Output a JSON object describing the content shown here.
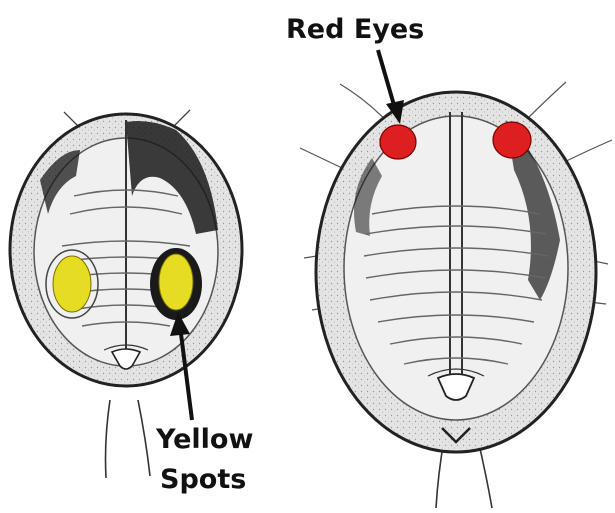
{
  "labels": {
    "red_eyes": "Red Eyes",
    "yellow_spots_line1": "Yellow",
    "yellow_spots_line2": "Spots"
  },
  "colors": {
    "body": "#e9e9e9",
    "rim": "#cfcfcf",
    "outline": "#222222",
    "dark_patch": "#1a1a1a",
    "eye_red": "#dd1f1f",
    "spot_yellow": "#e6dc22",
    "arrow": "#111111"
  }
}
